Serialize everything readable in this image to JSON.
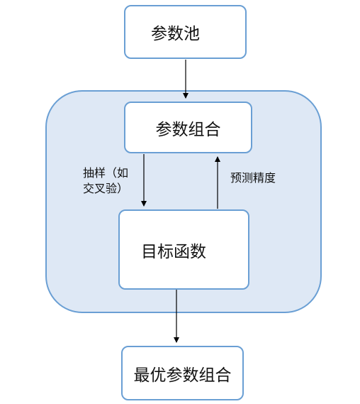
{
  "nodes": {
    "pool": "参数池",
    "combo": "参数组合",
    "objective": "目标函数",
    "best": "最优参数组合"
  },
  "edges": {
    "sampling": "抽样（如\n交叉验）",
    "accuracy": "预测精度"
  },
  "colors": {
    "group_fill": "#dee8f5",
    "border": "#6a9fd4",
    "arrow": "#000000"
  }
}
